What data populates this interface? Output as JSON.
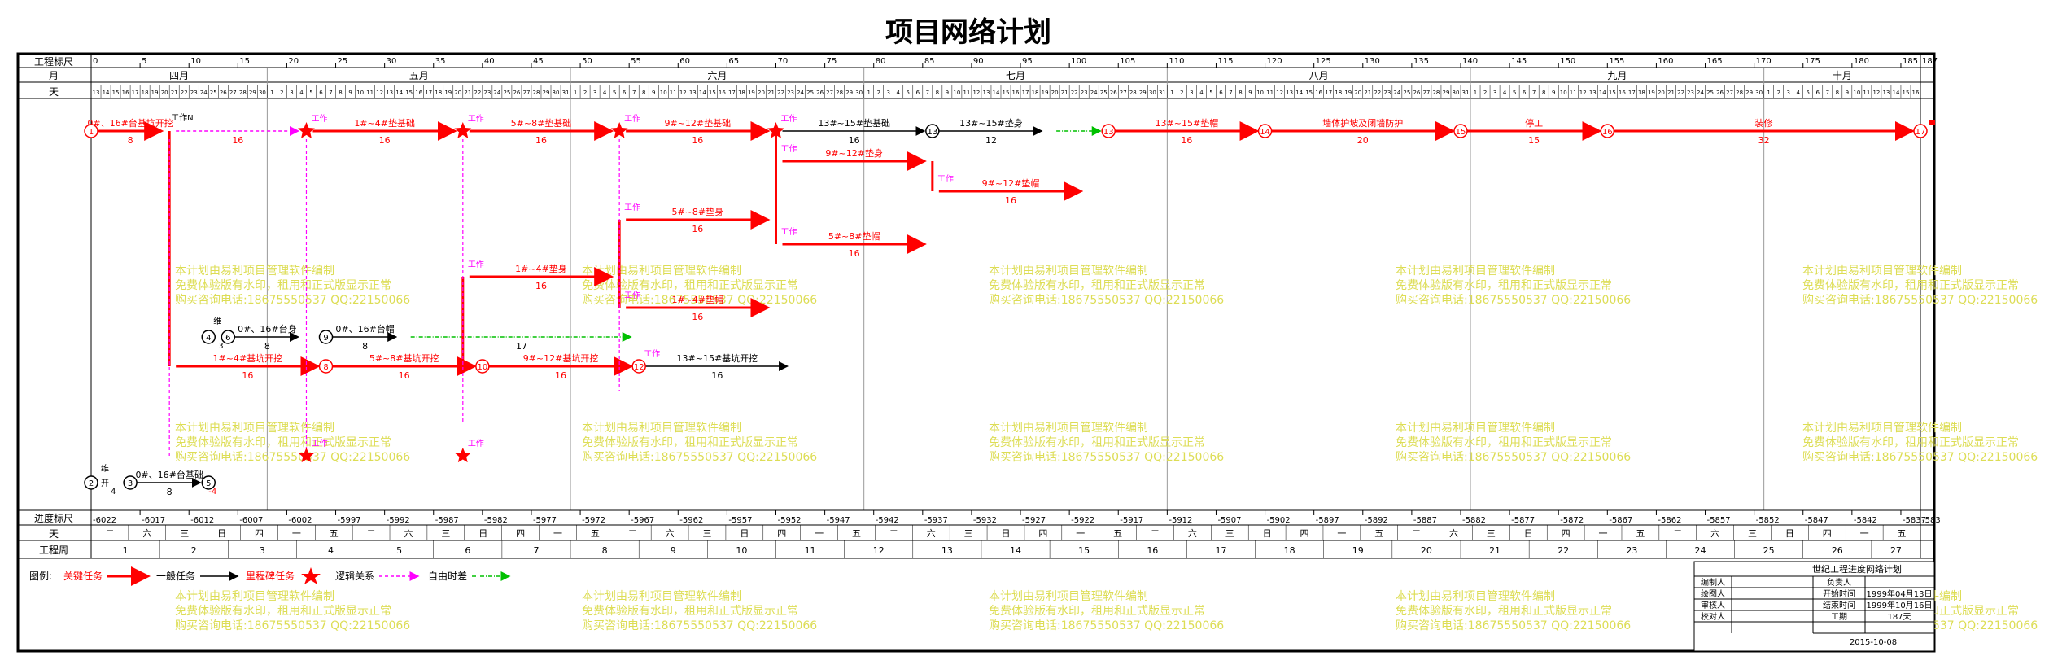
{
  "title": "项目网络计划",
  "header": {
    "label_scale": "工程标尺",
    "label_month": "月",
    "label_day": "天",
    "scale_ticks": [
      "0",
      "5",
      "10",
      "15",
      "20",
      "25",
      "30",
      "35",
      "40",
      "45",
      "50",
      "55",
      "60",
      "65",
      "70",
      "75",
      "80",
      "85",
      "90",
      "95",
      "100",
      "105",
      "110",
      "115",
      "120",
      "125",
      "130",
      "135",
      "140",
      "145",
      "150",
      "155",
      "160",
      "165",
      "170",
      "175",
      "180",
      "185",
      "187"
    ],
    "months": [
      "四月",
      "五月",
      "六月",
      "七月",
      "八月",
      "九月",
      "十月"
    ],
    "month_start_day": 13,
    "days_in_month": [
      30,
      31,
      30,
      31,
      31,
      30,
      31
    ]
  },
  "footer": {
    "label_progress": "进度标尺",
    "label_day": "天",
    "label_week": "工程周",
    "progress_ticks": [
      "-6022",
      "-6017",
      "-6012",
      "-6007",
      "-6002",
      "-5997",
      "-5992",
      "-5987",
      "-5982",
      "-5977",
      "-5972",
      "-5967",
      "-5962",
      "-5957",
      "-5952",
      "-5947",
      "-5942",
      "-5937",
      "-5932",
      "-5927",
      "-5922",
      "-5917",
      "-5912",
      "-5907",
      "-5902",
      "-5897",
      "-5892",
      "-5887",
      "-5882",
      "-5877",
      "-5872",
      "-5867",
      "-5862",
      "-5857",
      "-5852",
      "-5847",
      "-5842",
      "-5837",
      "-583"
    ],
    "weekdays": [
      "二",
      "六",
      "三",
      "日",
      "四",
      "一",
      "五",
      "二",
      "六",
      "三",
      "日",
      "四",
      "一",
      "五",
      "二",
      "六",
      "三",
      "日",
      "四",
      "一",
      "五",
      "二",
      "六",
      "三",
      "日",
      "四",
      "一",
      "五",
      "二",
      "六",
      "三",
      "日",
      "四",
      "一",
      "五",
      "二",
      "六",
      "三",
      "日",
      "四",
      "一",
      "五",
      "二",
      "六",
      "三",
      "日",
      "四",
      "一",
      "五"
    ],
    "weeks": [
      "1",
      "2",
      "3",
      "4",
      "5",
      "6",
      "7",
      "8",
      "9",
      "10",
      "11",
      "12",
      "13",
      "14",
      "15",
      "16",
      "17",
      "18",
      "19",
      "20",
      "21",
      "22",
      "23",
      "24",
      "25",
      "26",
      "27"
    ]
  },
  "legend": {
    "label": "图例:",
    "items": [
      {
        "label": "关键任务",
        "color": "#ff0000"
      },
      {
        "label": "一般任务",
        "color": "#000000"
      },
      {
        "label": "里程碑任务",
        "color": "#ff0000"
      },
      {
        "label": "逻辑关系",
        "color": "#ff00ff"
      },
      {
        "label": "自由时差",
        "color": "#00c000"
      }
    ]
  },
  "info_box": {
    "title": "世纪工程进度网络计划",
    "rows": [
      {
        "k": "编制人",
        "v": "",
        "k2": "负责人",
        "v2": ""
      },
      {
        "k": "绘图人",
        "v": "",
        "k2": "开始时间",
        "v2": "1999年04月13日"
      },
      {
        "k": "审核人",
        "v": "",
        "k2": "结束时间",
        "v2": "1999年10月16日"
      },
      {
        "k": "校对人",
        "v": "",
        "k2": "工期",
        "v2": "187天"
      }
    ],
    "date": "2015-10-08"
  },
  "watermark": [
    "本计划由易利项目管理软件编制",
    "免费体验版有水印，租用和正式版显示正常",
    "购买咨询电话:18675550537 QQ:22150066"
  ],
  "colors": {
    "critical": "#ff0000",
    "normal": "#000000",
    "logic": "#ff00ff",
    "float": "#00c000",
    "watermark": "#dddd55",
    "grid": "#999999"
  },
  "network": {
    "nodes": [
      {
        "id": "1",
        "day": 0,
        "row": "r1",
        "critical": true
      },
      {
        "id": "2",
        "day": 22,
        "row": "r1",
        "milestone": true
      },
      {
        "id": "5",
        "day": 38,
        "row": "r1",
        "milestone": true
      },
      {
        "id": "8",
        "day": 54,
        "row": "r1",
        "milestone": true
      },
      {
        "id": "11",
        "day": 70,
        "row": "r1",
        "milestone": true
      },
      {
        "id": "13",
        "day": 86,
        "row": "r1",
        "critical": false
      },
      {
        "id": "13",
        "day": 104,
        "row": "r1",
        "critical": true
      },
      {
        "id": "14",
        "day": 120,
        "row": "r1",
        "critical": true
      },
      {
        "id": "15",
        "day": 140,
        "row": "r1",
        "critical": true
      },
      {
        "id": "16",
        "day": 155,
        "row": "r1",
        "critical": true
      },
      {
        "id": "17",
        "day": 187,
        "row": "r1",
        "critical": true
      },
      {
        "id": "4",
        "day": 12,
        "row": "r5",
        "critical": false
      },
      {
        "id": "6",
        "day": 14,
        "row": "r5",
        "critical": false
      },
      {
        "id": "9",
        "day": 24,
        "row": "r5",
        "critical": false
      },
      {
        "id": "8",
        "day": 24,
        "row": "r6",
        "critical": true
      },
      {
        "id": "10",
        "day": 40,
        "row": "r6",
        "critical": true
      },
      {
        "id": "12",
        "day": 56,
        "row": "r6",
        "critical": true
      },
      {
        "id": "2",
        "day": 0,
        "row": "r8",
        "critical": false
      },
      {
        "id": "3",
        "day": 4,
        "row": "r8",
        "critical": false
      },
      {
        "id": "5",
        "day": 12,
        "row": "r8",
        "critical": false
      }
    ],
    "arrows": [
      {
        "from": [
          0,
          "r1"
        ],
        "to": [
          8,
          "r1"
        ],
        "type": "critical",
        "label": "0#、16#台基坑开挖",
        "dur": "8"
      },
      {
        "from": [
          8,
          "r1"
        ],
        "to": [
          22,
          "r1"
        ],
        "type": "logic",
        "label": "",
        "dur": "16"
      },
      {
        "from": [
          22,
          "r1"
        ],
        "to": [
          38,
          "r1"
        ],
        "type": "critical",
        "label": "1#~4#垫基础",
        "dur": "16"
      },
      {
        "from": [
          38,
          "r1"
        ],
        "to": [
          54,
          "r1"
        ],
        "type": "critical",
        "label": "5#~8#垫基础",
        "dur": "16"
      },
      {
        "from": [
          54,
          "r1"
        ],
        "to": [
          70,
          "r1"
        ],
        "type": "critical",
        "label": "9#~12#垫基础",
        "dur": "16"
      },
      {
        "from": [
          70,
          "r1"
        ],
        "to": [
          86,
          "r1"
        ],
        "type": "normal",
        "label": "13#~15#垫基础",
        "dur": "16"
      },
      {
        "from": [
          86,
          "r1"
        ],
        "to": [
          98,
          "r1"
        ],
        "type": "normal",
        "label": "13#~15#垫身",
        "dur": "12"
      },
      {
        "from": [
          98,
          "r1"
        ],
        "to": [
          104,
          "r1"
        ],
        "type": "float",
        "label": "",
        "dur": ""
      },
      {
        "from": [
          104,
          "r1"
        ],
        "to": [
          120,
          "r1"
        ],
        "type": "critical",
        "label": "13#~15#垫帽",
        "dur": "16"
      },
      {
        "from": [
          120,
          "r1"
        ],
        "to": [
          140,
          "r1"
        ],
        "type": "critical",
        "label": "墙体护坡及闭墙防护",
        "dur": "20"
      },
      {
        "from": [
          140,
          "r1"
        ],
        "to": [
          155,
          "r1"
        ],
        "type": "critical",
        "label": "停工",
        "dur": "15"
      },
      {
        "from": [
          155,
          "r1"
        ],
        "to": [
          187,
          "r1"
        ],
        "type": "critical",
        "label": "装修",
        "dur": "32"
      },
      {
        "from": [
          70,
          "r2"
        ],
        "to": [
          86,
          "r2"
        ],
        "type": "critical",
        "label": "9#~12#垫身",
        "dur": ""
      },
      {
        "from": [
          86,
          "r3"
        ],
        "to": [
          102,
          "r3"
        ],
        "type": "critical",
        "label": "9#~12#垫帽",
        "dur": "16"
      },
      {
        "from": [
          54,
          "r4"
        ],
        "to": [
          70,
          "r4"
        ],
        "type": "critical",
        "label": "5#~8#垫身",
        "dur": "16"
      },
      {
        "from": [
          70,
          "r4b"
        ],
        "to": [
          86,
          "r4b"
        ],
        "type": "critical",
        "label": "5#~8#垫帽",
        "dur": "16"
      },
      {
        "from": [
          38,
          "r4c"
        ],
        "to": [
          54,
          "r4c"
        ],
        "type": "critical",
        "label": "1#~4#垫身",
        "dur": "16"
      },
      {
        "from": [
          54,
          "r4d"
        ],
        "to": [
          70,
          "r4d"
        ],
        "type": "critical",
        "label": "1#~4#垫帽",
        "dur": "16"
      },
      {
        "from": [
          8,
          "r6"
        ],
        "to": [
          24,
          "r6"
        ],
        "type": "critical",
        "label": "1#~4#基坑开挖",
        "dur": "16"
      },
      {
        "from": [
          24,
          "r6"
        ],
        "to": [
          40,
          "r6"
        ],
        "type": "critical",
        "label": "5#~8#基坑开挖",
        "dur": "16"
      },
      {
        "from": [
          40,
          "r6"
        ],
        "to": [
          56,
          "r6"
        ],
        "type": "critical",
        "label": "9#~12#基坑开挖",
        "dur": "16"
      },
      {
        "from": [
          56,
          "r6"
        ],
        "to": [
          72,
          "r6"
        ],
        "type": "normal",
        "label": "13#~15#基坑开挖",
        "dur": "16"
      },
      {
        "from": [
          14,
          "r5"
        ],
        "to": [
          22,
          "r5"
        ],
        "type": "normal",
        "label": "0#、16#台身",
        "dur": "8"
      },
      {
        "from": [
          24,
          "r5"
        ],
        "to": [
          32,
          "r5"
        ],
        "type": "normal",
        "label": "0#、16#台帽",
        "dur": "8"
      },
      {
        "from": [
          32,
          "r5"
        ],
        "to": [
          56,
          "r5"
        ],
        "type": "float",
        "label": "",
        "dur": "17"
      },
      {
        "from": [
          4,
          "r8"
        ],
        "to": [
          12,
          "r8"
        ],
        "type": "normal",
        "label": "0#、16#台基础",
        "dur": "8"
      }
    ],
    "labels": {
      "work": "工作",
      "workN": "工作N",
      "bottom_dur_a": "4",
      "bottom_dur_b": "-4",
      "node4_dur": "3",
      "side_a": "维",
      "side_b": "开"
    }
  }
}
